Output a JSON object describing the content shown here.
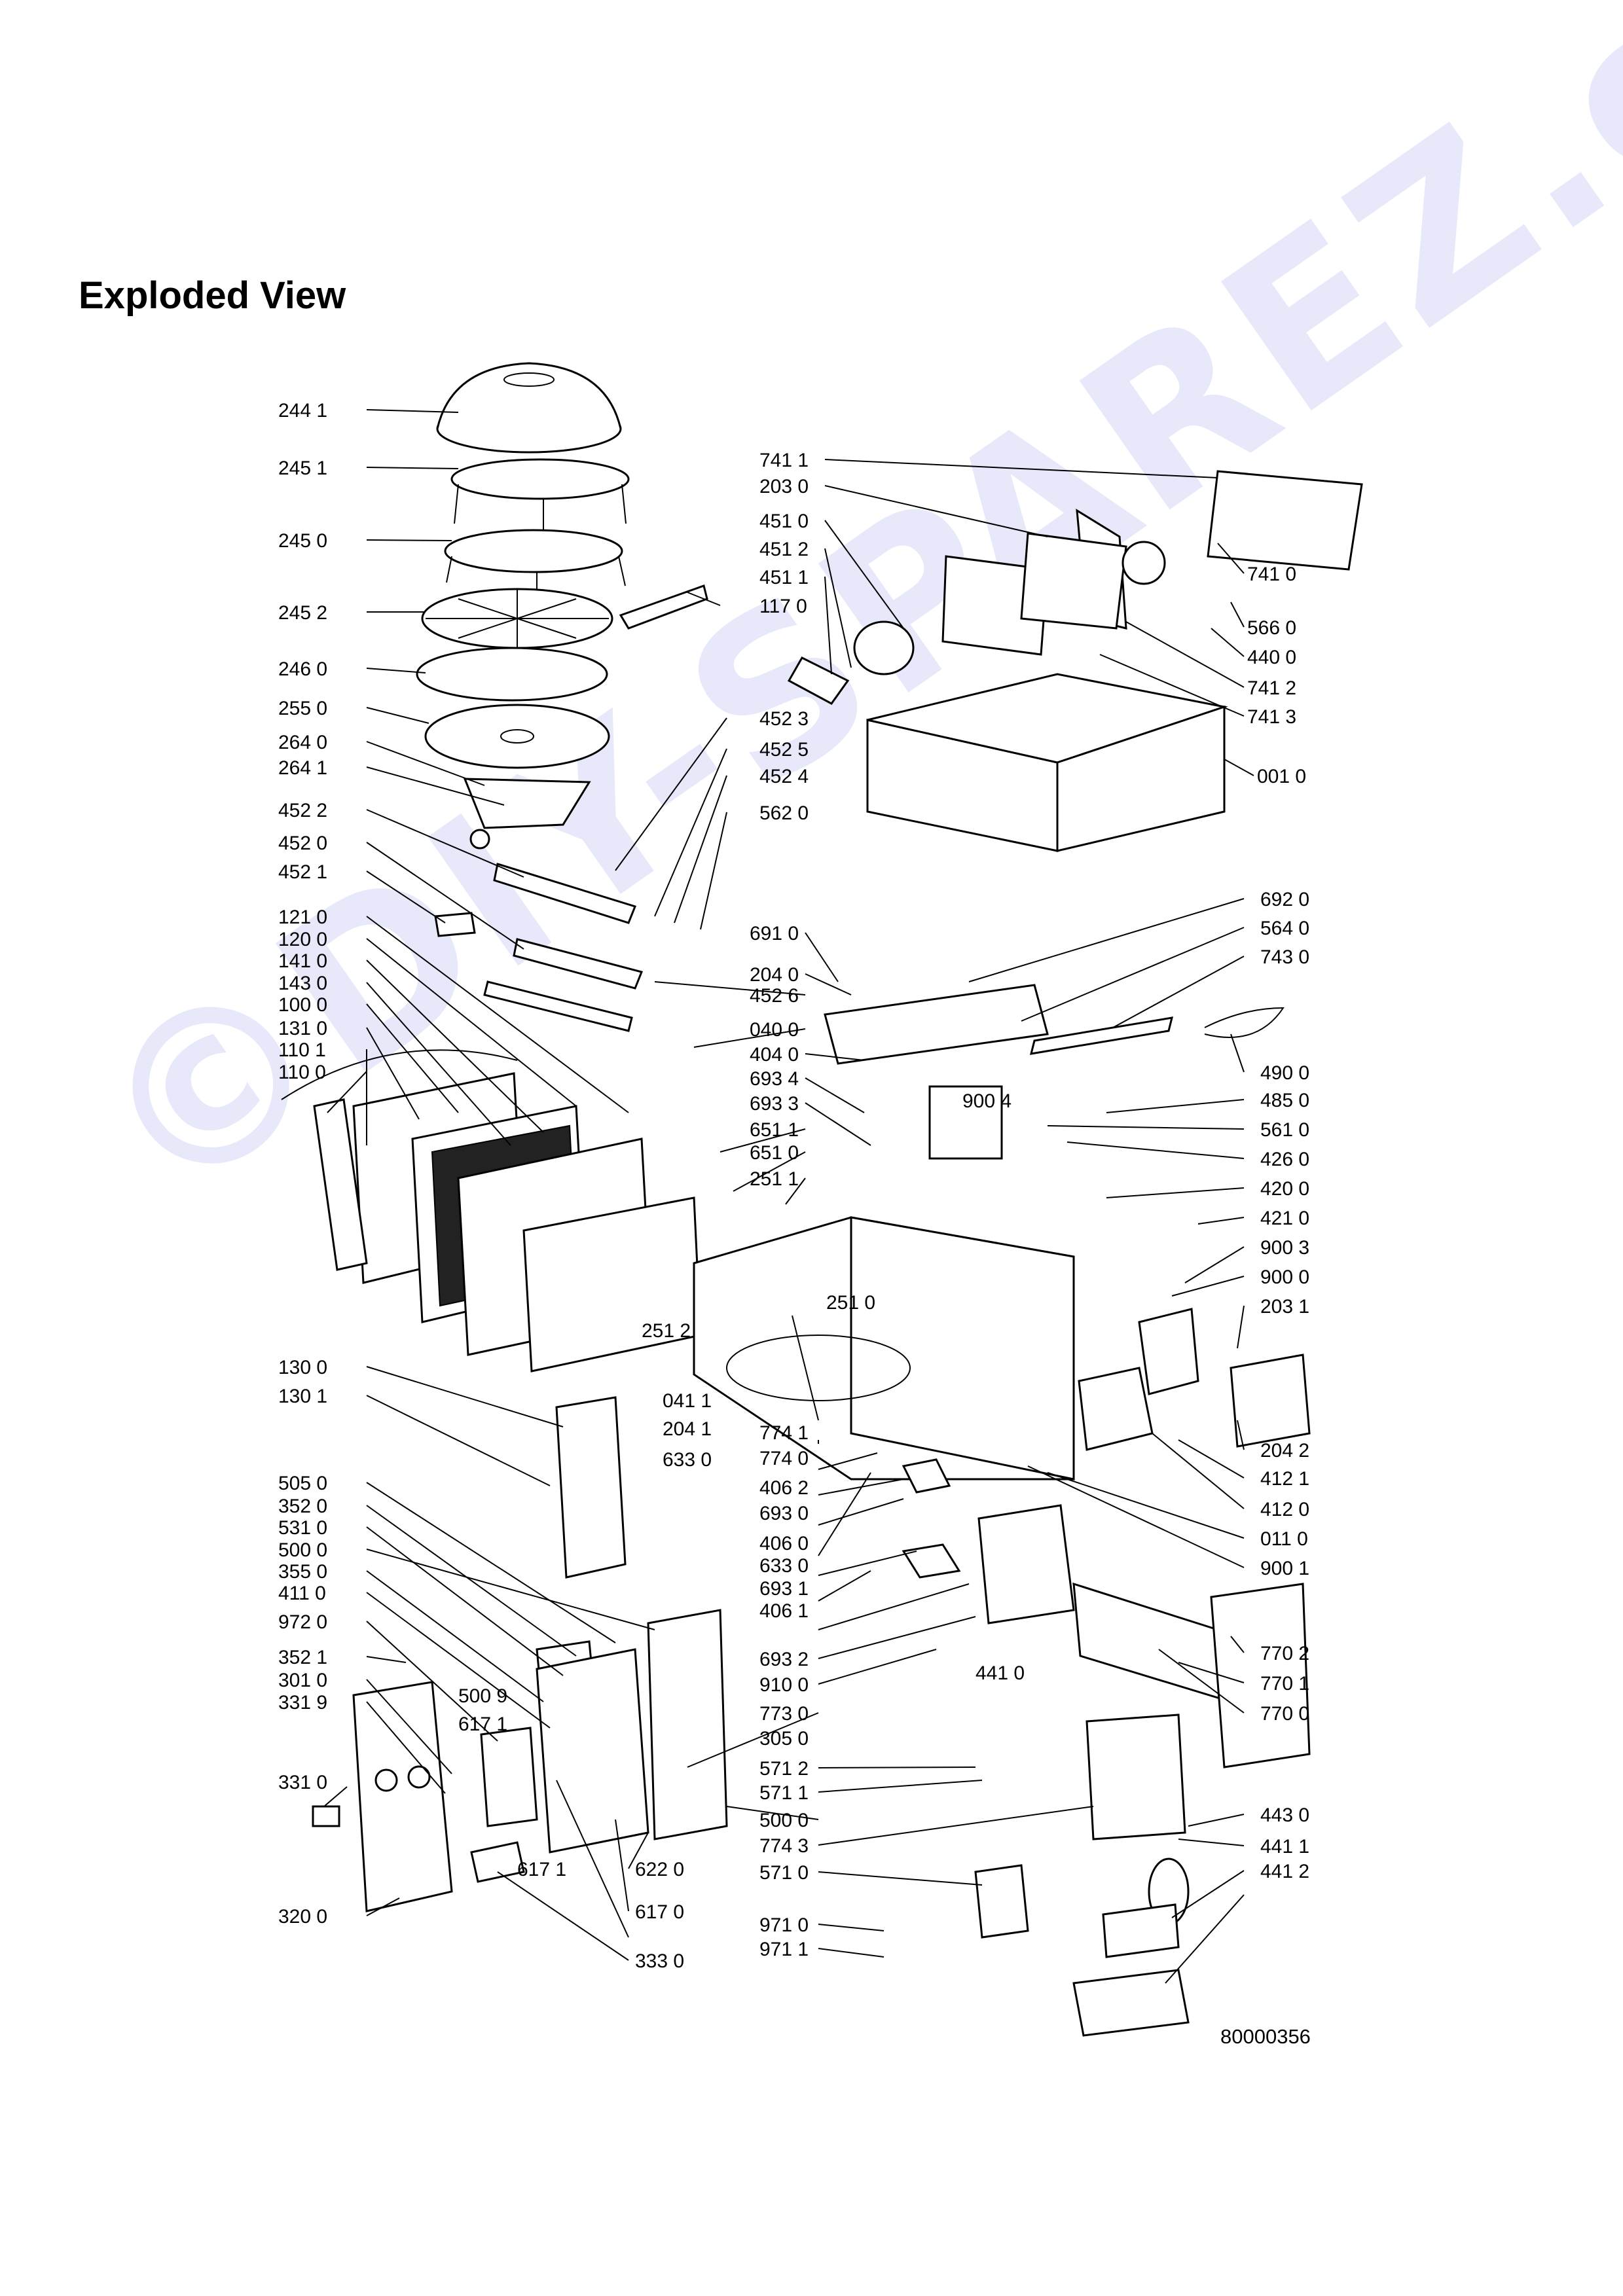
{
  "title": "Exploded View",
  "watermark": "©DIY-SPAREZ.cz",
  "document_number": "80000356",
  "callouts": [
    "244 1",
    "245 1",
    "245 0",
    "245 2",
    "246 0",
    "255 0",
    "264 0",
    "264 1",
    "452 2",
    "452 0",
    "452 1",
    "121 0",
    "120 0",
    "141 0",
    "143 0",
    "100 0",
    "131 0",
    "110 1",
    "110 0",
    "130 0",
    "130 1",
    "505 0",
    "352 0",
    "531 0",
    "500 0",
    "355 0",
    "411 0",
    "972 0",
    "352 1",
    "301 0",
    "331 9",
    "331 0",
    "320 0",
    "741 1",
    "203 0",
    "451 0",
    "451 2",
    "451 1",
    "117 0",
    "452 3",
    "452 5",
    "452 4",
    "562 0",
    "741 0",
    "566 0",
    "440 0",
    "741 2",
    "741 3",
    "001 0",
    "691 0",
    "204 0",
    "452 6",
    "040 0",
    "404 0",
    "693 4",
    "693 3",
    "651 1",
    "651 0",
    "251 1",
    "692 0",
    "564 0",
    "743 0",
    "490 0",
    "485 0",
    "561 0",
    "426 0",
    "420 0",
    "421 0",
    "900 3",
    "900 0",
    "203 1",
    "900 4",
    "251 0",
    "251 2",
    "041 1",
    "204 1",
    "774 1",
    "774 0",
    "633 0",
    "204 2",
    "412 1",
    "412 0",
    "406 2",
    "693 0",
    "406 0",
    "633 0",
    "693 1",
    "406 1",
    "011 0",
    "900 1",
    "500 9",
    "617 1",
    "693 2",
    "910 0",
    "773 0",
    "305 0",
    "441 0",
    "770 2",
    "770 1",
    "770 0",
    "571 2",
    "571 1",
    "500 0",
    "774 3",
    "571 0",
    "622 0",
    "617 1",
    "617 0",
    "333 0",
    "443 0",
    "441 1",
    "441 2",
    "971 0",
    "971 1"
  ]
}
